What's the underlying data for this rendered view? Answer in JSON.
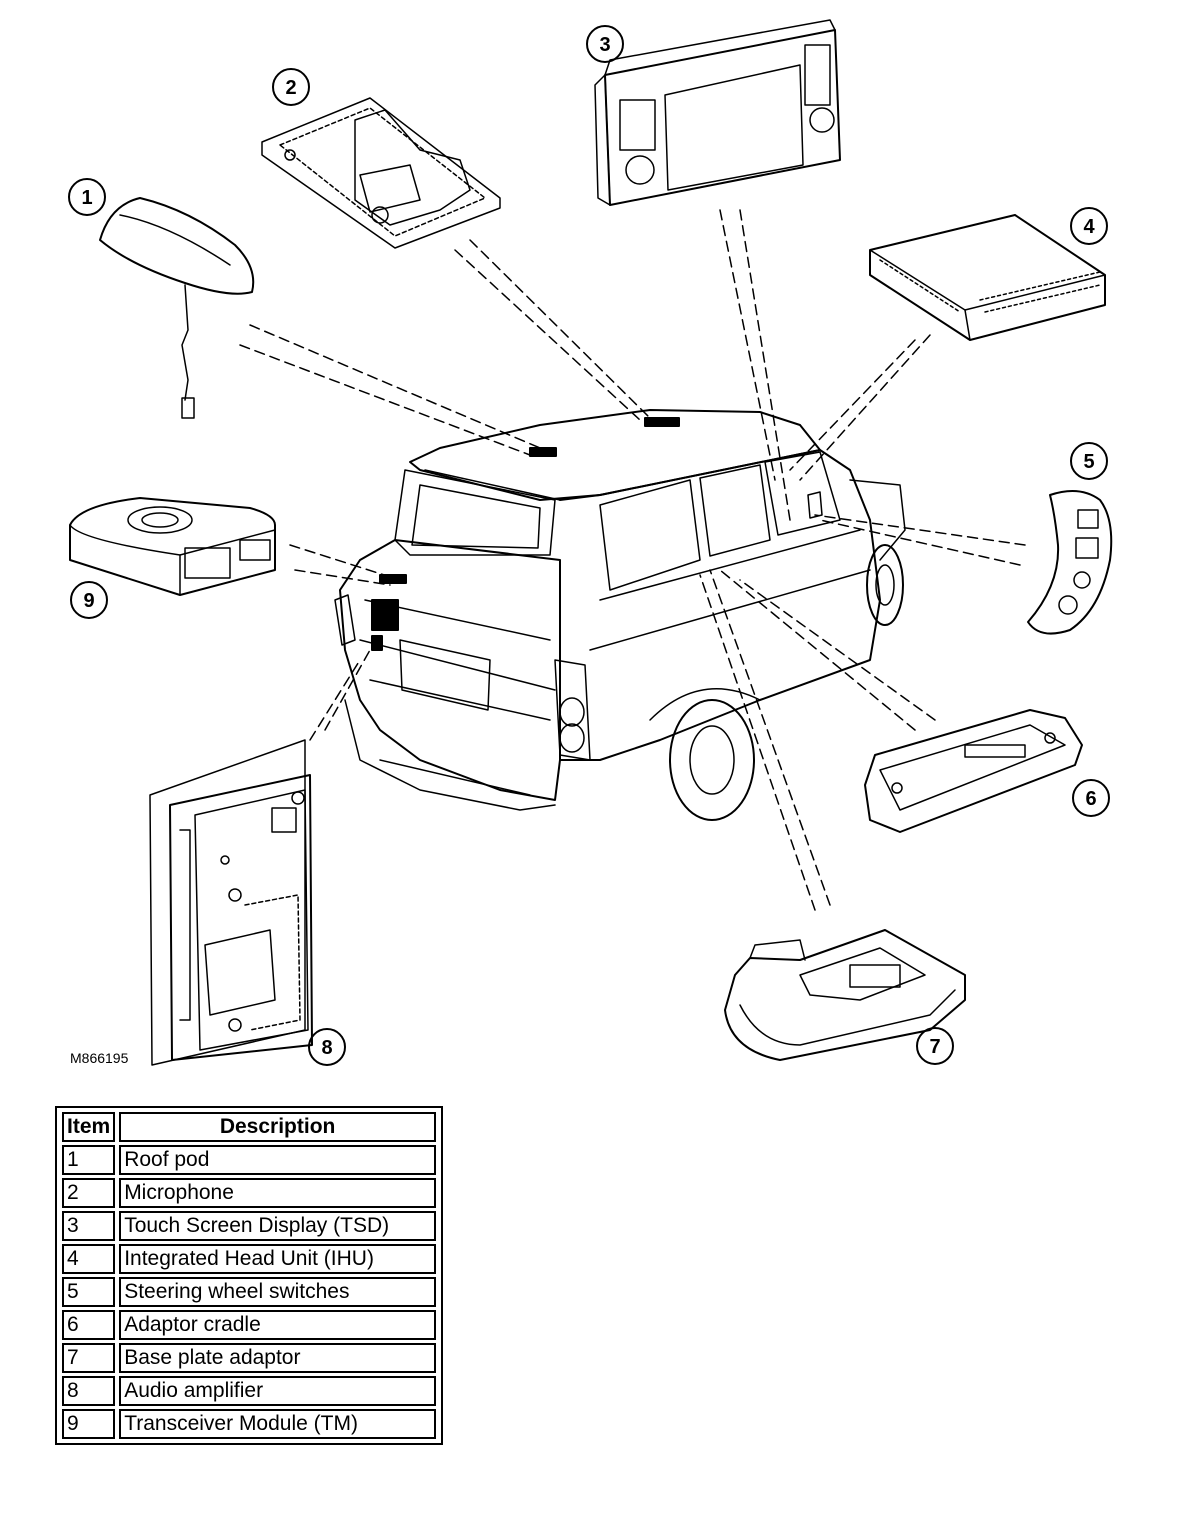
{
  "diagram": {
    "reference_code": "M866195",
    "callouts": [
      "1",
      "2",
      "3",
      "4",
      "5",
      "6",
      "7",
      "8",
      "9"
    ]
  },
  "table": {
    "headers": {
      "item": "Item",
      "description": "Description"
    },
    "rows": [
      {
        "item": "1",
        "description": "Roof pod"
      },
      {
        "item": "2",
        "description": "Microphone"
      },
      {
        "item": "3",
        "description": "Touch Screen Display (TSD)"
      },
      {
        "item": "4",
        "description": "Integrated Head Unit (IHU)"
      },
      {
        "item": "5",
        "description": "Steering wheel switches"
      },
      {
        "item": "6",
        "description": "Adaptor cradle"
      },
      {
        "item": "7",
        "description": "Base plate adaptor"
      },
      {
        "item": "8",
        "description": "Audio amplifier"
      },
      {
        "item": "9",
        "description": "Transceiver Module (TM)"
      }
    ]
  }
}
